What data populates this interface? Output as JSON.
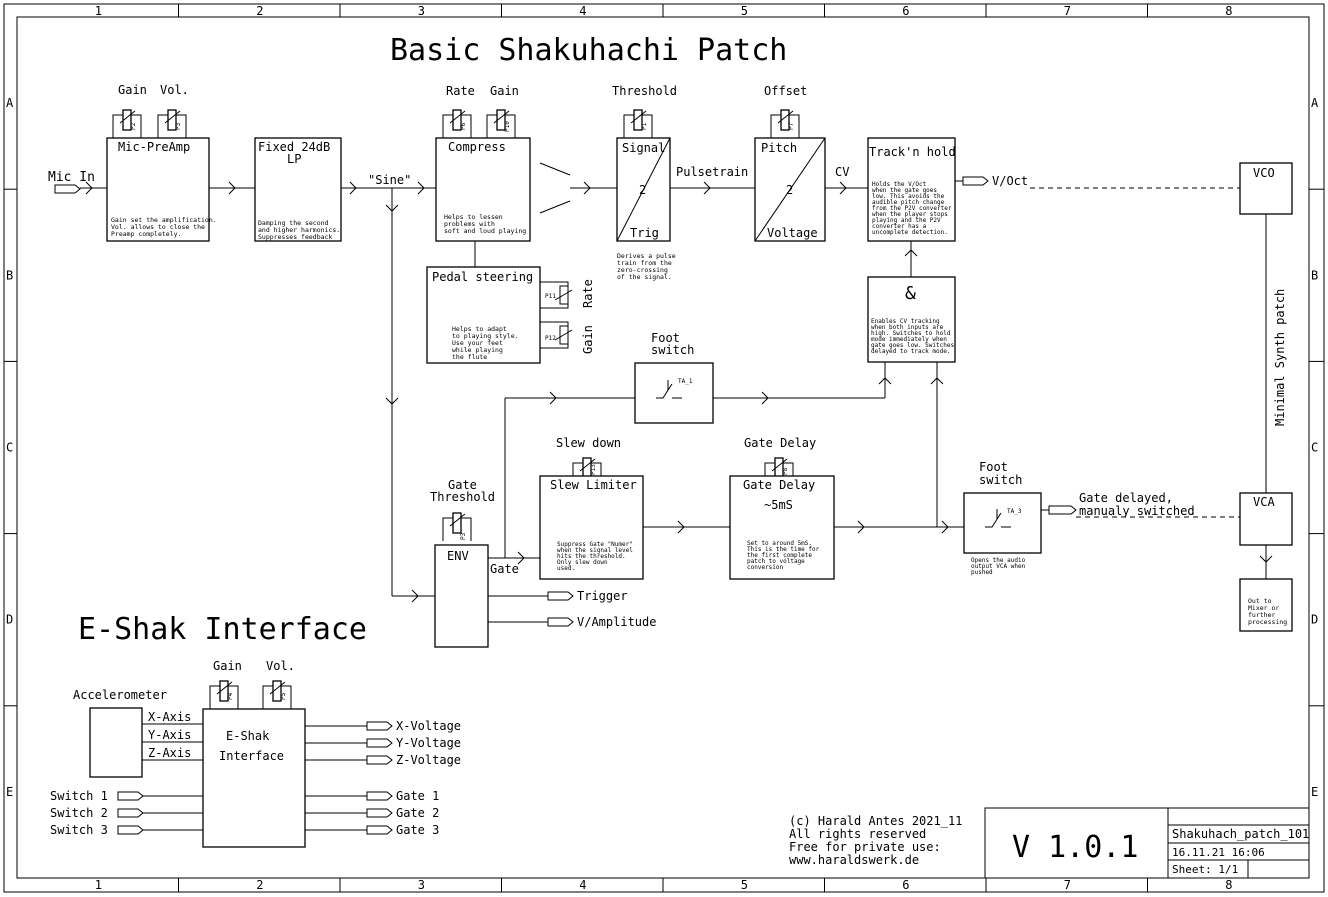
{
  "title": "Basic Shakuhachi Patch",
  "subtitle": "E-Shak Interface",
  "frame": {
    "columns": [
      "1",
      "2",
      "3",
      "4",
      "5",
      "6",
      "7",
      "8"
    ],
    "rows": [
      "A",
      "B",
      "C",
      "D",
      "E"
    ]
  },
  "blocks": {
    "mic_in": "Mic In",
    "preamp": {
      "title": "Mic-PreAmp",
      "pot1": "Gain",
      "pot2": "Vol.",
      "p1": "P2",
      "p2": "P3",
      "note": [
        "Gain set the amplification.",
        "Vol. allows to close the",
        "Preamp completely."
      ]
    },
    "lowpass": {
      "title1": "Fixed 24dB",
      "title2": "LP",
      "note": [
        "Damping the second",
        "and higher harmonics.",
        "Suppresses feedback"
      ]
    },
    "sine": "\"Sine\"",
    "compress": {
      "title": "Compress",
      "pot1": "Rate",
      "pot2": "Gain",
      "p1": "P6",
      "p2": "P10",
      "note": [
        "Helps to lessen",
        "problems with",
        "soft and loud playing"
      ]
    },
    "pedal": {
      "title": "Pedal steering",
      "rate": "Rate",
      "gain": "Gain",
      "p11": "P11",
      "p12": "P12",
      "note": [
        "Helps to adapt",
        "to playing style.",
        "Use your feet",
        "while playing",
        "the flute"
      ]
    },
    "signal_trig": {
      "pot": "Threshold",
      "p": "P1",
      "top": "Signal",
      "mid": "2",
      "bottom": "Trig",
      "note": [
        "Derives a pulse",
        "train from the",
        "zero-crossing",
        "of the signal."
      ]
    },
    "pulsetrain": "Pulsetrain",
    "pitch_voltage": {
      "pot": "Offset",
      "p": "P7",
      "top": "Pitch",
      "mid": "2",
      "bottom": "Voltage"
    },
    "cv": "CV",
    "track_hold": {
      "title": "Track'n hold",
      "note": [
        "Holds the V/Oct",
        "when the gate goes",
        "low. This avoids the",
        "audible pitch change",
        "from the P2V converter",
        "when the player stops",
        "playing and the P2V",
        "converter has a",
        "uncomplete detection."
      ]
    },
    "vout": "V/Oct",
    "vco": "VCO",
    "minimal": "Minimal Synth patch",
    "and": {
      "symbol": "&",
      "note": [
        "Enables CV tracking",
        "when both inputs are",
        "high. Switches to hold",
        "mode immediately when",
        "gate goes low. Switches",
        "delayed to track mode."
      ]
    },
    "foot1": {
      "line1": "Foot",
      "line2": "switch",
      "ref": "TA_1"
    },
    "slew": {
      "pot": "Slew down",
      "p": "P13",
      "title": "Slew Limiter",
      "note": [
        "Suppress Gate \"Numer\"",
        "when the signal level",
        "hits the threshold.",
        "Only slew down",
        "used."
      ]
    },
    "gate_delay": {
      "pot": "Gate Delay",
      "p": "P8",
      "title": "Gate Delay",
      "value": "~5mS",
      "note": [
        "Set to around 5mS.",
        "This is the time for",
        "the first complete",
        "patch to voltage",
        "conversion"
      ]
    },
    "env": {
      "pot1": "Gate",
      "pot2": "Threshold",
      "p": "P3",
      "title": "ENV",
      "gate": "Gate"
    },
    "trigger": "Trigger",
    "vamp": "V/Amplitude",
    "foot2": {
      "line1": "Foot",
      "line2": "switch",
      "ref": "TA_3",
      "note": [
        "Opens the audio",
        "output VCA when",
        "pushed"
      ]
    },
    "gate_delayed": [
      "Gate delayed,",
      "manualy switched"
    ],
    "vca": "VCA",
    "out": {
      "note": [
        "Out to",
        "Mixer or",
        "further",
        "processing"
      ]
    }
  },
  "eshak": {
    "accelerometer": "Accelerometer",
    "axes": [
      "X-Axis",
      "Y-Axis",
      "Z-Axis"
    ],
    "pot1": "Gain",
    "pot2": "Vol.",
    "p1": "P4",
    "p2": "P5",
    "title1": "E-Shak",
    "title2": "Interface",
    "switches": [
      "Switch 1",
      "Switch 2",
      "Switch 3"
    ],
    "voltages": [
      "X-Voltage",
      "Y-Voltage",
      "Z-Voltage"
    ],
    "gates": [
      "Gate 1",
      "Gate 2",
      "Gate 3"
    ]
  },
  "credits": [
    "(c) Harald Antes 2021_11",
    "All rights reserved",
    "Free for private use:",
    "www.haraldswerk.de"
  ],
  "titleblock": {
    "version": "V 1.0.1",
    "file": "Shakuhach_patch_101",
    "date": "16.11.21 16:06",
    "sheet": "Sheet: 1/1"
  }
}
